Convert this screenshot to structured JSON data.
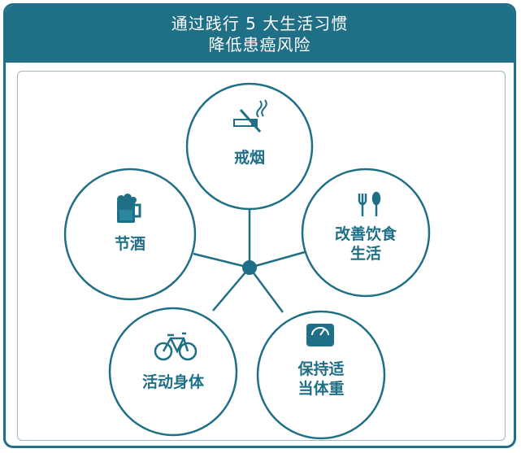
{
  "header": {
    "line1": "通过践行 5 大生活习惯",
    "line2": "降低患癌风险"
  },
  "habits": [
    {
      "line1": "戒烟",
      "line2": "",
      "icon": "no-smoking-icon"
    },
    {
      "line1": "节酒",
      "line2": "",
      "icon": "beer-mug-icon"
    },
    {
      "line1": "改善饮食",
      "line2": "生活",
      "icon": "fork-knife-icon"
    },
    {
      "line1": "活动身体",
      "line2": "",
      "icon": "bicycle-icon"
    },
    {
      "line1": "保持适",
      "line2": "当体重",
      "icon": "scale-icon"
    }
  ],
  "colors": {
    "primary": "#1f6f86",
    "border_light": "#9db8c3"
  }
}
